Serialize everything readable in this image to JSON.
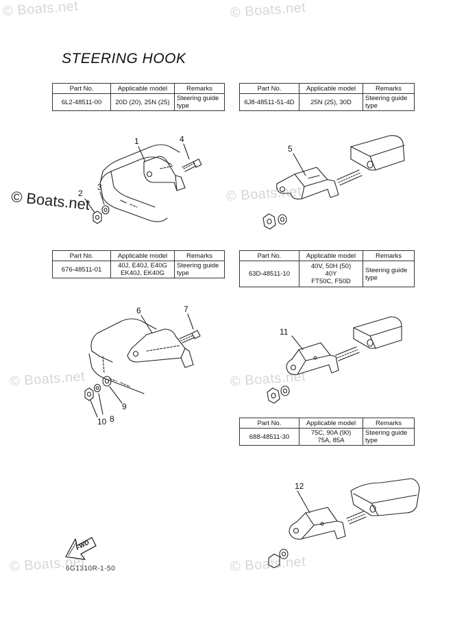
{
  "title": "STEERING HOOK",
  "columns": [
    "Part No.",
    "Applicable model",
    "Remarks"
  ],
  "tables": [
    {
      "part_no": "6L2-48511-00",
      "models": [
        "20D (20), 25N (25)"
      ],
      "remarks": [
        "Steering guide",
        "type"
      ]
    },
    {
      "part_no": "6J8-48511-51-4D",
      "models": [
        "25N (25), 30D"
      ],
      "remarks": [
        "Steering guide",
        "type"
      ]
    },
    {
      "part_no": "676-48511-01",
      "models": [
        "40J, E40J, E40G",
        "EK40J, EK40G"
      ],
      "remarks": [
        "Steering guide",
        "type"
      ]
    },
    {
      "part_no": "63D-48511-10",
      "models": [
        "40V, 50H (50)",
        "40Y",
        "FT50C, F50D"
      ],
      "remarks": [
        "Steering guide",
        "type"
      ]
    },
    {
      "part_no": "688-48511-30",
      "models": [
        "75C, 90A (90)",
        "75A, 85A"
      ],
      "remarks": [
        "Steering guide",
        "type"
      ]
    }
  ],
  "callouts": [
    "1",
    "2",
    "3",
    "4",
    "5",
    "6",
    "7",
    "8",
    "9",
    "10",
    "11",
    "12"
  ],
  "fwd_label": "FWD",
  "diagram_code": "6G1310R-1-50",
  "watermark": "© Boats.net",
  "watermark_large": "© Boats.net"
}
